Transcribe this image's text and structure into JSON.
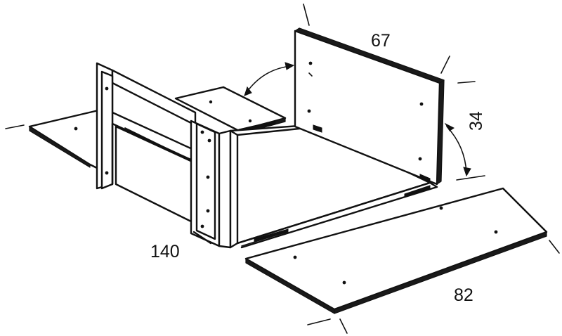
{
  "dimensions": {
    "top_panel_width": "67",
    "panel_height": "34",
    "side_depth": "140",
    "bottom_panel_width": "82"
  }
}
